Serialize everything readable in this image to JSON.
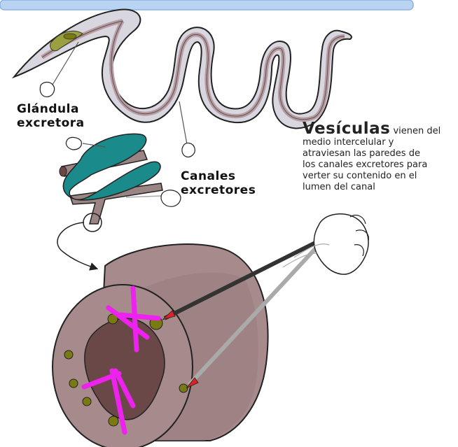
{
  "labels": {
    "glandula_line1": "Glándula",
    "glandula_line2": "excretora",
    "canales_line1": "Canales",
    "canales_line2": "excretores",
    "vesiculas_title": "Vesículas",
    "vesiculas_text_1": " vienen del",
    "vesiculas_text_2": "medio intercelular y",
    "vesiculas_text_3": "atraviesan las paredes de",
    "vesiculas_text_4": "los canales  excretores para",
    "vesiculas_text_5": "verter su contenido en el",
    "vesiculas_text_6": "lumen del canal"
  },
  "colors": {
    "worm_body": "#d8d6de",
    "worm_band": "#b89aa0",
    "gland": "#1a8a8a",
    "canal": "#9a8484",
    "cylinder": "#a68a8c",
    "lumen": "#6b4848",
    "vesicle": "#7a7a12",
    "arrows": "#ee22ee",
    "pointer_dark": "#333333",
    "pointer_light": "#aaaaaa",
    "pointer_tip": "#dd2222",
    "top_bar": "#b9d3f3"
  }
}
